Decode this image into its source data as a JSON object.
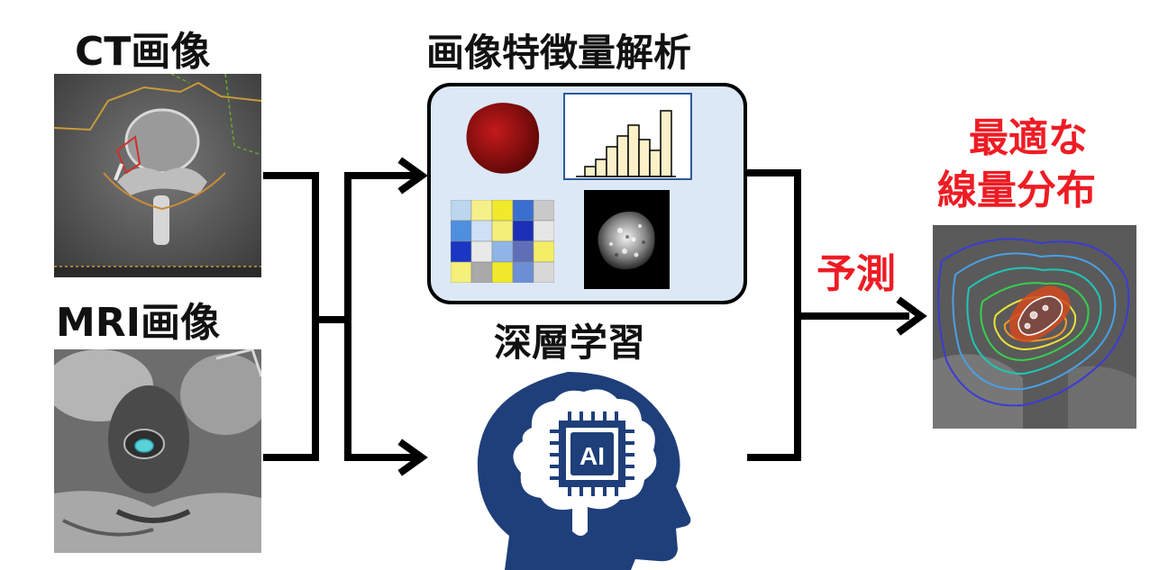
{
  "labels": {
    "ct": "CT画像",
    "mri": "MRI画像",
    "radiomics": "画像特徴量解析",
    "deep_learning": "深層学習",
    "predict": "予測",
    "result_line1": "最適な",
    "result_line2": "線量分布",
    "ai_chip": "AI"
  },
  "colors": {
    "accent_red": "#ee1c24",
    "panel_fill": "#dce8f6",
    "brain_blue": "#1f3f7a",
    "arrow": "#000000"
  },
  "icons": [
    "ct-scan-image",
    "mri-scan-image",
    "tumor-render-icon",
    "histogram-icon",
    "feature-matrix-icon",
    "texture-map-icon",
    "ai-brain-head-icon",
    "dose-map-image"
  ]
}
